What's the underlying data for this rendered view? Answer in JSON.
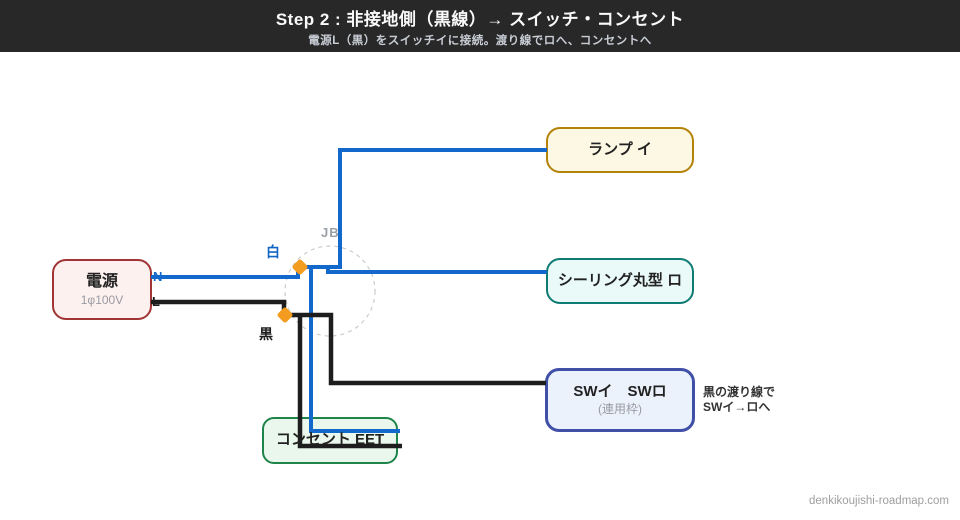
{
  "header": {
    "title": "Step 2 : 非接地側（黒線）→ スイッチ・コンセント",
    "subtitle": "電源L（黒）をスイッチイに接続。渡り線でロへ、コンセントへ"
  },
  "diagram": {
    "power": {
      "label": "電源",
      "spec": "1φ100V",
      "terminal_n": "N",
      "terminal_l": "L"
    },
    "junction": {
      "label": "JB",
      "white_wire": "白",
      "black_wire": "黒"
    },
    "lamp": {
      "label": "ランプ イ"
    },
    "ceiling": {
      "label": "シーリング丸型 ロ"
    },
    "switches": {
      "label": "SWイ　SWロ",
      "sub": "(連用枠)"
    },
    "outlet": {
      "label": "コンセント EET"
    },
    "note": {
      "line1": "黒の渡り線で",
      "line2": "SWイ→ロへ"
    }
  },
  "footer": {
    "site": "denkikoujishi-roadmap.com"
  },
  "colors": {
    "header_bg": "#282828",
    "wire_blue": "#1268cb",
    "wire_black": "#1d1d1d",
    "dot_orange": "#f39c1f",
    "label_blue": "#1265c5",
    "jb_gray": "#9aa0a6",
    "jb_circle": "#cccccc",
    "power_border": "#a13434",
    "power_fill": "#fdf1f0",
    "lamp_border": "#b38309",
    "lamp_fill": "#fcf8e3",
    "ceiling_border": "#0e7c72",
    "ceiling_fill": "#eafaf8",
    "sw_border": "#4050a8",
    "sw_fill": "#ebf2fc",
    "outlet_border": "#1e8449",
    "outlet_fill": "#e9f7ec"
  }
}
